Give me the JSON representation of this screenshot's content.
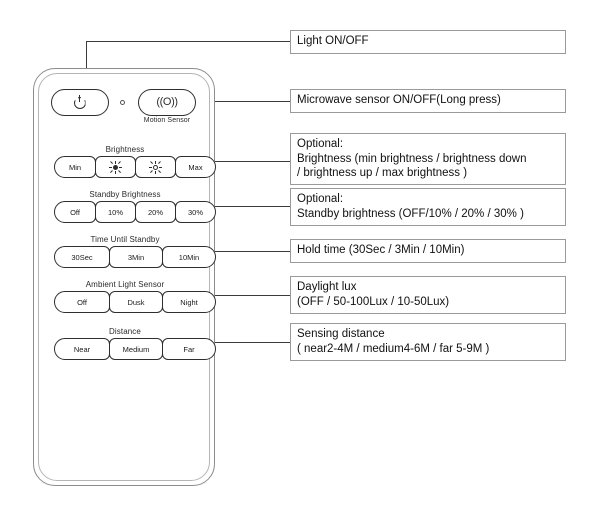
{
  "diagram": {
    "title": "LED driver remote control button function diagram",
    "device_name": "remote-control"
  },
  "remote": {
    "top_row": {
      "power_button": {
        "label": "",
        "icon": "power-icon"
      },
      "indicator": {
        "name": "indicator-led-dot"
      },
      "motion_button": {
        "label": "((O))",
        "icon": "microwave-wave-icon"
      },
      "motion_caption": "Motion Sensor"
    },
    "groups": [
      {
        "key": "brightness",
        "title": "Brightness",
        "buttons": [
          {
            "label": "Min",
            "icon": ""
          },
          {
            "label": "",
            "icon": "sun-filled-icon"
          },
          {
            "label": "",
            "icon": "sun-outline-icon"
          },
          {
            "label": "Max",
            "icon": ""
          }
        ]
      },
      {
        "key": "standby_brightness",
        "title": "Standby Brightness",
        "buttons": [
          {
            "label": "Off",
            "icon": ""
          },
          {
            "label": "10%",
            "icon": ""
          },
          {
            "label": "20%",
            "icon": ""
          },
          {
            "label": "30%",
            "icon": ""
          }
        ]
      },
      {
        "key": "time_until_standby",
        "title": "Time Until Standby",
        "buttons": [
          {
            "label": "30Sec",
            "icon": ""
          },
          {
            "label": "3Min",
            "icon": ""
          },
          {
            "label": "10Min",
            "icon": ""
          }
        ]
      },
      {
        "key": "ambient_light_sensor",
        "title": "Ambient Light Sensor",
        "buttons": [
          {
            "label": "Off",
            "icon": ""
          },
          {
            "label": "Dusk",
            "icon": ""
          },
          {
            "label": "Night",
            "icon": ""
          }
        ]
      },
      {
        "key": "distance",
        "title": "Distance",
        "buttons": [
          {
            "label": "Near",
            "icon": ""
          },
          {
            "label": "Medium",
            "icon": ""
          },
          {
            "label": "Far",
            "icon": ""
          }
        ]
      }
    ]
  },
  "annotations": [
    {
      "key": "light_on_off",
      "lines": [
        "Light ON/OFF"
      ]
    },
    {
      "key": "microwave_sensor",
      "lines": [
        "Microwave sensor ON/OFF(Long press)"
      ]
    },
    {
      "key": "brightness_optional",
      "lines": [
        "Optional:",
        "Brightness (min brightness / brightness down",
        "/ brightness up / max brightness )"
      ]
    },
    {
      "key": "standby_optional",
      "lines": [
        "Optional:",
        "Standby brightness (OFF/10% / 20% / 30% )"
      ]
    },
    {
      "key": "hold_time",
      "lines": [
        "Hold time (30Sec / 3Min / 10Min)"
      ]
    },
    {
      "key": "daylight_lux",
      "lines": [
        "Daylight lux",
        "(OFF / 50-100Lux / 10-50Lux)"
      ]
    },
    {
      "key": "sensing_distance",
      "lines": [
        "Sensing distance",
        "( near2-4M / medium4-6M / far 5-9M )"
      ]
    }
  ],
  "colors": {
    "stroke": "#2e2e2e",
    "body_outline": "#8c8c8c",
    "anno_border": "#9a9a9a",
    "background": "#ffffff"
  }
}
